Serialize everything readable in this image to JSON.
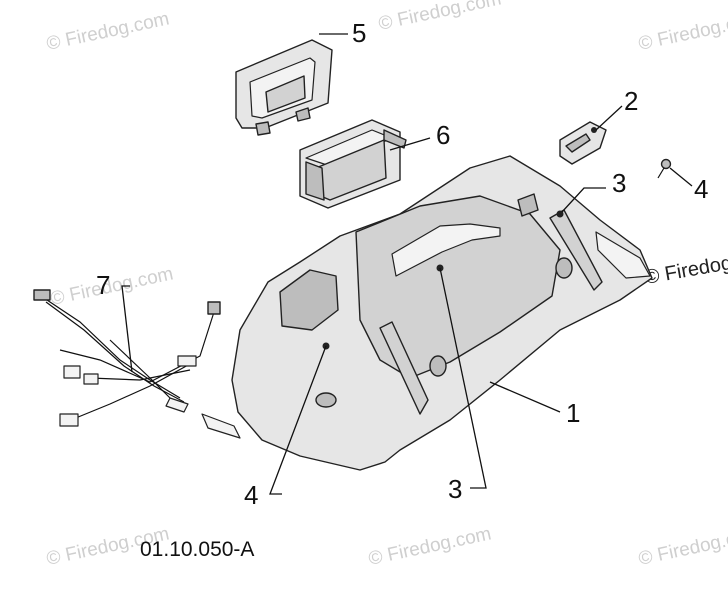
{
  "diagram": {
    "reference_code": "01.10.050-A",
    "watermark_text": "© Firedog.com",
    "callouts": [
      "1",
      "2",
      "3",
      "3",
      "4",
      "4",
      "5",
      "6",
      "7"
    ],
    "colors": {
      "line": "#222222",
      "part_fill": "#e6e6e6",
      "part_shadow": "#bdbdbd",
      "watermark": "#cfcfcf"
    }
  }
}
